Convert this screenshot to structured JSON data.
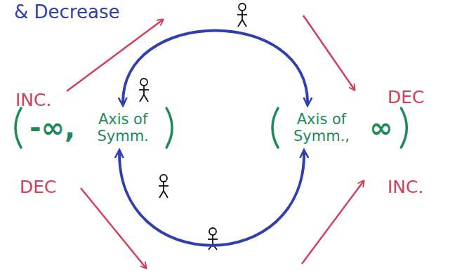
{
  "diagram": {
    "nodes": [
      {
        "text": [
          "-∞,",
          "Axis of Symm."
        ]
      },
      {
        "text": [
          "Axis of Symm.,",
          "∞"
        ]
      }
    ],
    "edges": [
      {
        "from": 0,
        "to": 1,
        "arrow": "both"
      },
      {
        "from": 0,
        "to": 1,
        "arrow": "both"
      }
    ],
    "labels": [
      "& Decrease",
      "INC.",
      "DEC",
      "DEC",
      "INC."
    ]
  }
}
